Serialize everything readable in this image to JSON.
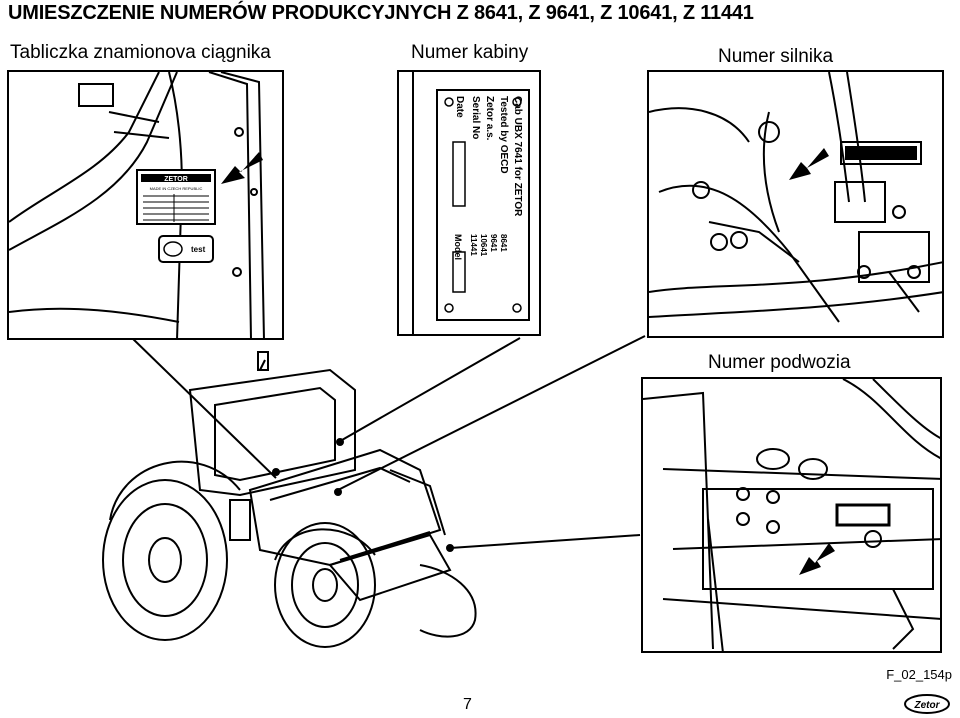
{
  "title": "UMIESZCZENIE NUMERÓW PRODUKCYJNYCH Z 8641, Z 9641, Z 10641, Z 11441",
  "labels": {
    "plate": "Tabliczka znamionova ciągnika",
    "cab": "Numer kabiny",
    "engine": "Numer silnika",
    "chassis": "Numer podwozia"
  },
  "cab_plate": {
    "line1": "Cab UBX 7641 for ZETOR",
    "line2": "Tested by OECD",
    "line3": "Zetor a.s.",
    "serial": "Serial No",
    "date": "Date",
    "models": [
      "8641",
      "9641",
      "10641",
      "11441"
    ],
    "model_field": "Model"
  },
  "tractor_plate": {
    "brand": "ZETOR",
    "made_in": "MADE IN CZECH REPUBLIC",
    "test_mark": "test"
  },
  "figure_code": "F_02_154p",
  "page_number": "7",
  "logo_text": "Zetor"
}
